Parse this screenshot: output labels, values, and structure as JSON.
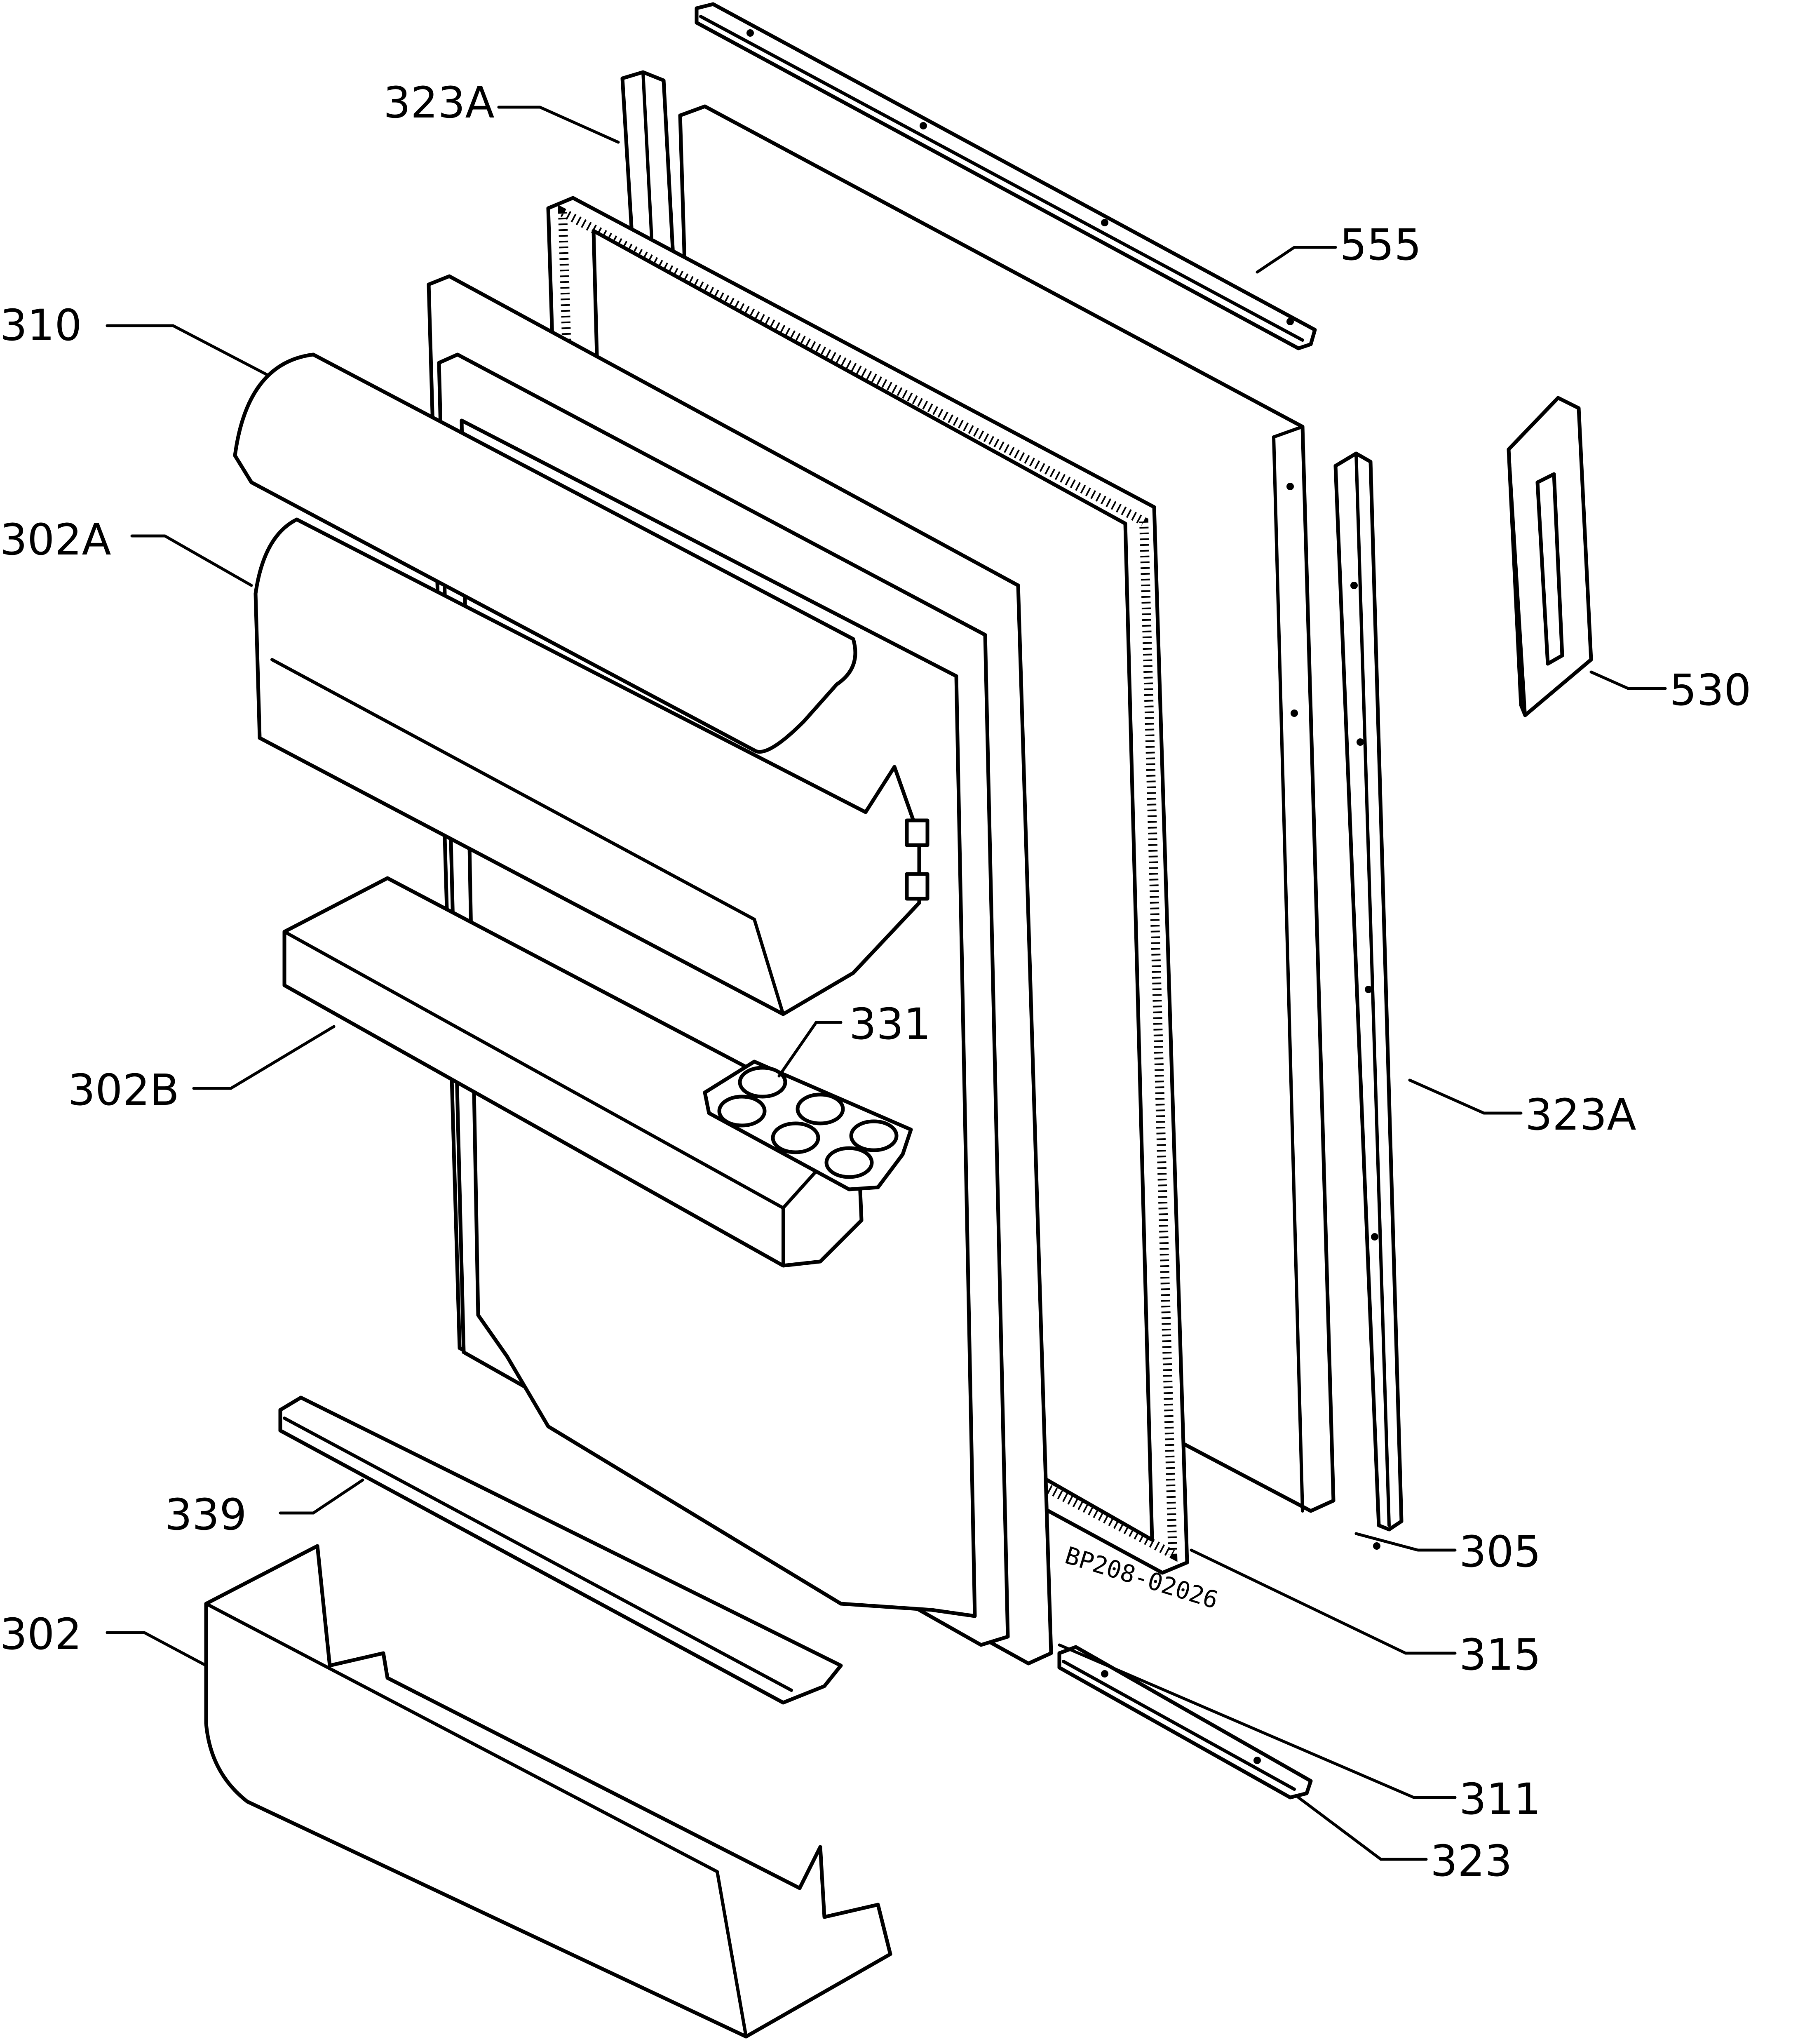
{
  "drawing": {
    "stamp": "BP208-02026",
    "labels": [
      {
        "id": "323A-top",
        "text": "323A"
      },
      {
        "id": "555",
        "text": "555"
      },
      {
        "id": "310",
        "text": "310"
      },
      {
        "id": "302A",
        "text": "302A"
      },
      {
        "id": "530",
        "text": "530"
      },
      {
        "id": "331",
        "text": "331"
      },
      {
        "id": "302B",
        "text": "302B"
      },
      {
        "id": "323A-right",
        "text": "323A"
      },
      {
        "id": "339",
        "text": "339"
      },
      {
        "id": "305",
        "text": "305"
      },
      {
        "id": "302",
        "text": "302"
      },
      {
        "id": "315",
        "text": "315"
      },
      {
        "id": "311",
        "text": "311"
      },
      {
        "id": "323",
        "text": "323"
      }
    ]
  }
}
